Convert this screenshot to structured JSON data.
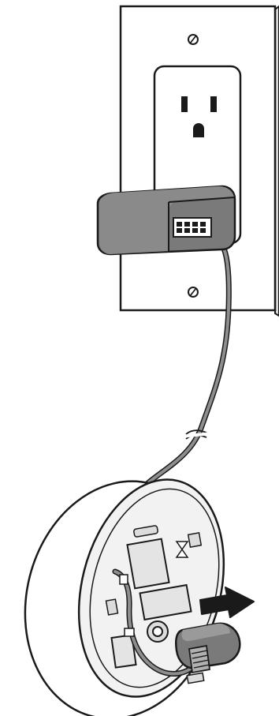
{
  "figure": {
    "kind": "installation illustration",
    "colors": {
      "outline": "#1a1a1a",
      "plate": "#ffffff",
      "wall_shadow": "#d9d9d9",
      "adapter": "#7a7a7a",
      "adapter_top": "#a9a9a9",
      "cable": "#8e8e8e",
      "base": "#f2f2f2",
      "base_shade": "#dcdcdc",
      "pad": "#e4e4e4",
      "arrow": "#1a1a1a"
    },
    "parts": {
      "wall_plate": "wall-plate",
      "outlet": "outlet",
      "adapter": "power-adapter",
      "cable": "power-cable",
      "device": "device-base",
      "plug": "barrel-plug",
      "arrow": "insert-arrow"
    }
  }
}
